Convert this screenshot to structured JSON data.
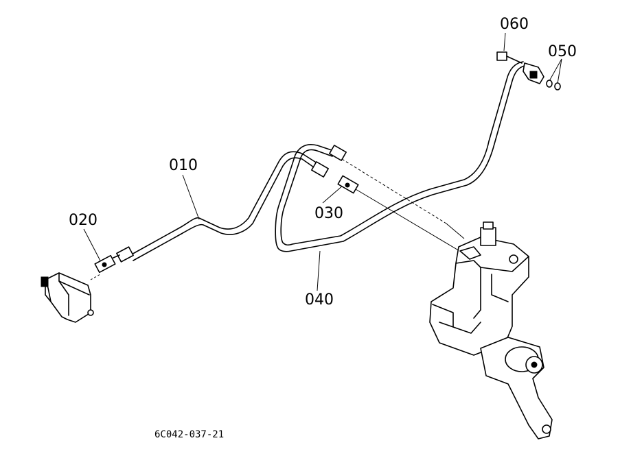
{
  "diagram": {
    "callouts": {
      "part_010": "010",
      "part_020": "020",
      "part_030": "030",
      "part_040": "040",
      "part_050": "050",
      "part_060": "060"
    },
    "reference": "6C042-037-21"
  }
}
